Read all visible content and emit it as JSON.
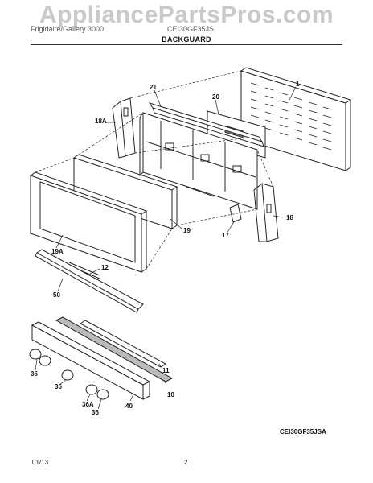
{
  "watermark": "AppliancePartsPros.com",
  "header": {
    "left": "Frigidaire/Gallery 3000",
    "right": "CEI30GF35JS"
  },
  "title": "BACKGUARD",
  "part_labels": {
    "p1": "1",
    "p21": "21",
    "p20": "20",
    "p18a": "18A",
    "p18": "18",
    "p19": "19",
    "p17": "17",
    "p19a": "19A",
    "p12": "12",
    "p50": "50",
    "p11": "11",
    "p10": "10",
    "p36_a": "36",
    "p36_b": "36",
    "p36a": "36A",
    "p36_c": "36",
    "p40": "40"
  },
  "model_code": "CEI30GF35JSA",
  "footer": {
    "date": "01/13",
    "page": "2"
  }
}
